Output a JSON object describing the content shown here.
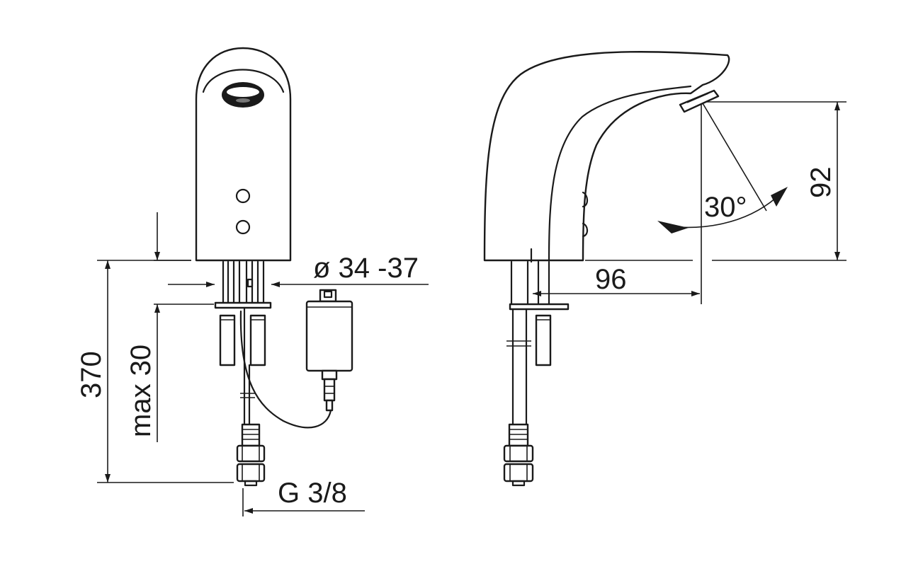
{
  "dimensions": {
    "diameter": "ø 34 -37",
    "total_height": "370",
    "max_thickness": "max 30",
    "thread": "G 3/8",
    "reach": "96",
    "spout_height": "92",
    "sensor_angle": "30°"
  }
}
